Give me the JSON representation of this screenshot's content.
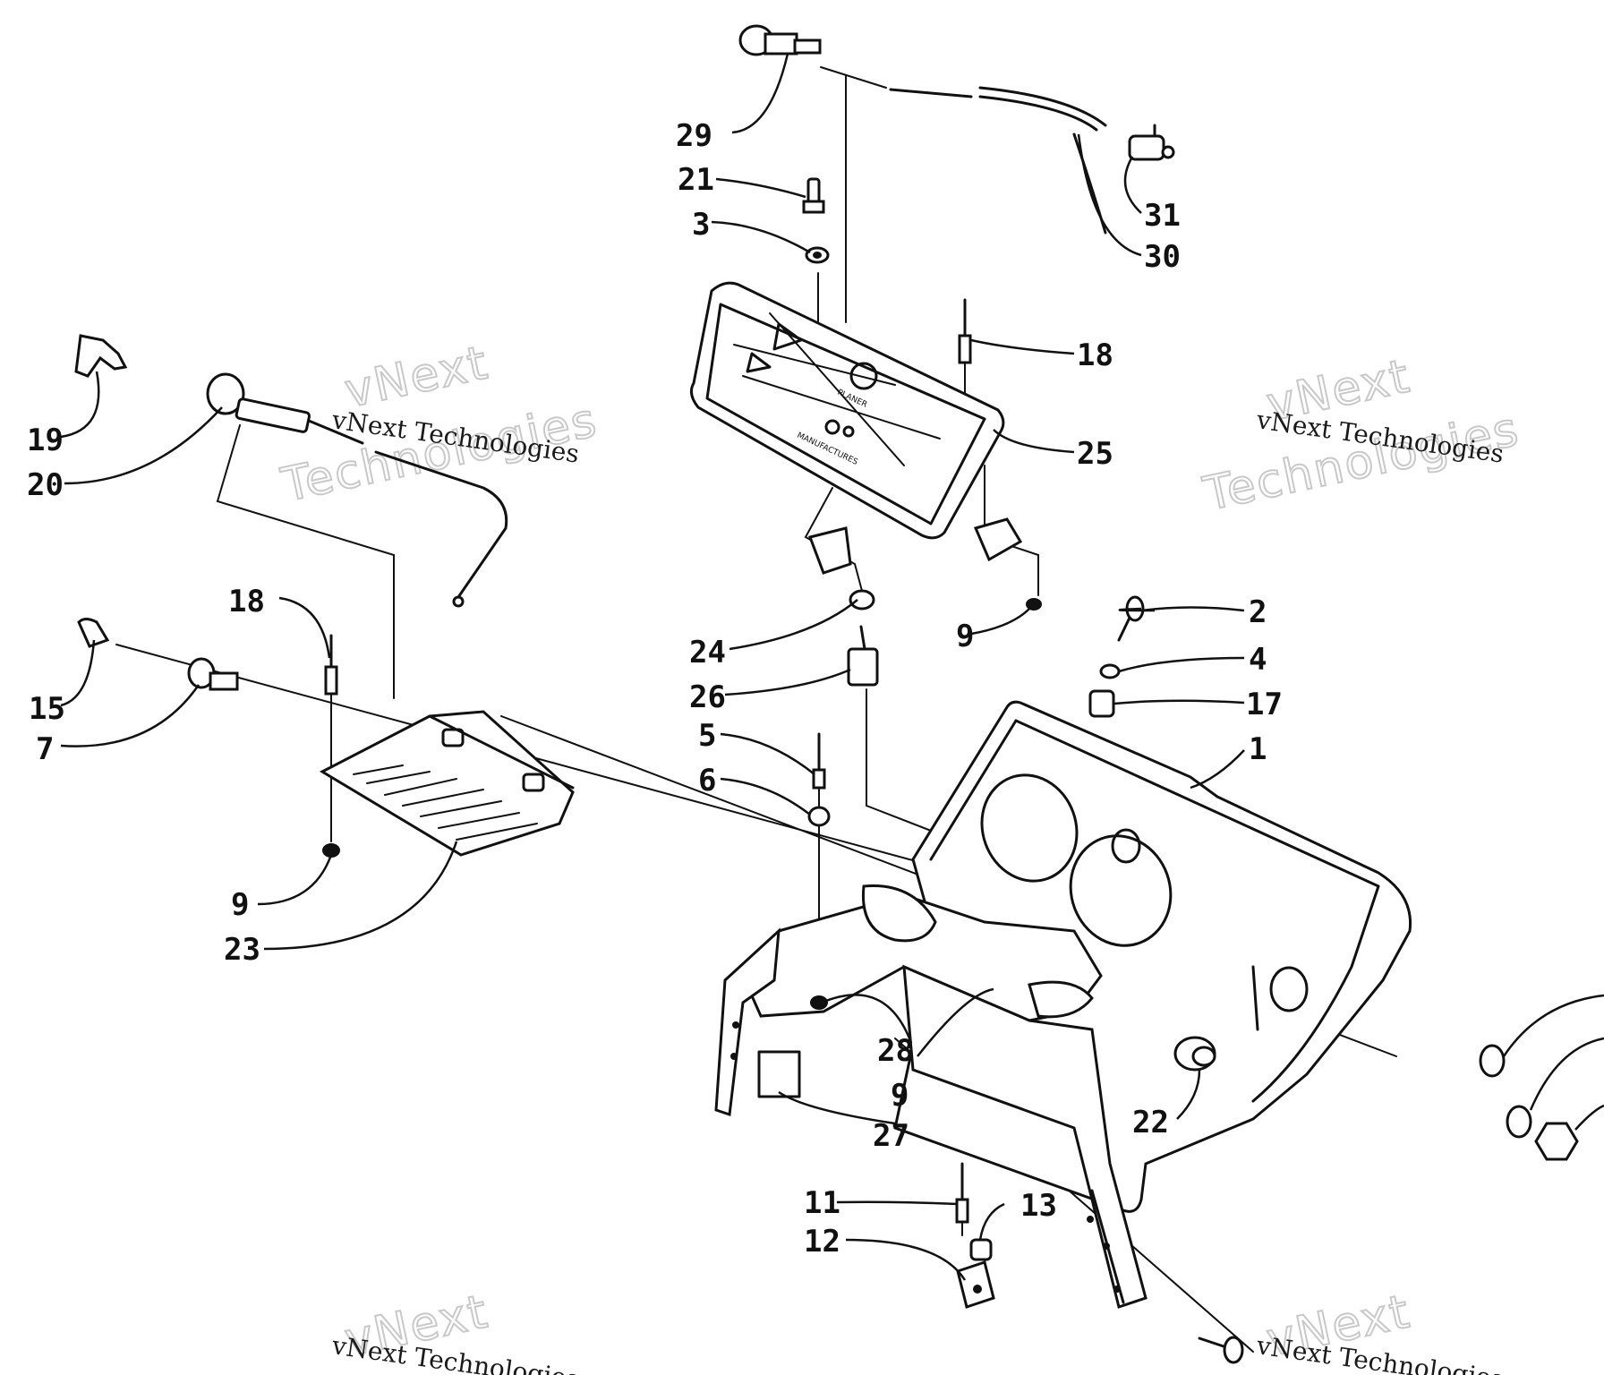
{
  "diagram": {
    "callouts": [
      {
        "id": "c1",
        "text": "1"
      },
      {
        "id": "c2",
        "text": "2"
      },
      {
        "id": "c3",
        "text": "3"
      },
      {
        "id": "c4",
        "text": "4"
      },
      {
        "id": "c5",
        "text": "5"
      },
      {
        "id": "c6",
        "text": "6"
      },
      {
        "id": "c7",
        "text": "7"
      },
      {
        "id": "c9a",
        "text": "9"
      },
      {
        "id": "c9b",
        "text": "9"
      },
      {
        "id": "c9c",
        "text": "9"
      },
      {
        "id": "c11",
        "text": "11"
      },
      {
        "id": "c12",
        "text": "12"
      },
      {
        "id": "c13",
        "text": "13"
      },
      {
        "id": "c15",
        "text": "15"
      },
      {
        "id": "c17",
        "text": "17"
      },
      {
        "id": "c18a",
        "text": "18"
      },
      {
        "id": "c18b",
        "text": "18"
      },
      {
        "id": "c19",
        "text": "19"
      },
      {
        "id": "c20",
        "text": "20"
      },
      {
        "id": "c21",
        "text": "21"
      },
      {
        "id": "c22",
        "text": "22"
      },
      {
        "id": "c23",
        "text": "23"
      },
      {
        "id": "c24",
        "text": "24"
      },
      {
        "id": "c25",
        "text": "25"
      },
      {
        "id": "c26",
        "text": "26"
      },
      {
        "id": "c27",
        "text": "27"
      },
      {
        "id": "c28",
        "text": "28"
      },
      {
        "id": "c29",
        "text": "29"
      },
      {
        "id": "c30",
        "text": "30"
      },
      {
        "id": "c31",
        "text": "31"
      }
    ]
  },
  "watermark": {
    "big_line1": "vNext",
    "big_line2": "Technologies",
    "small": "vNext Technologies"
  },
  "decal": {
    "line1": "PLANER",
    "line2": "MANUFACTURES"
  }
}
